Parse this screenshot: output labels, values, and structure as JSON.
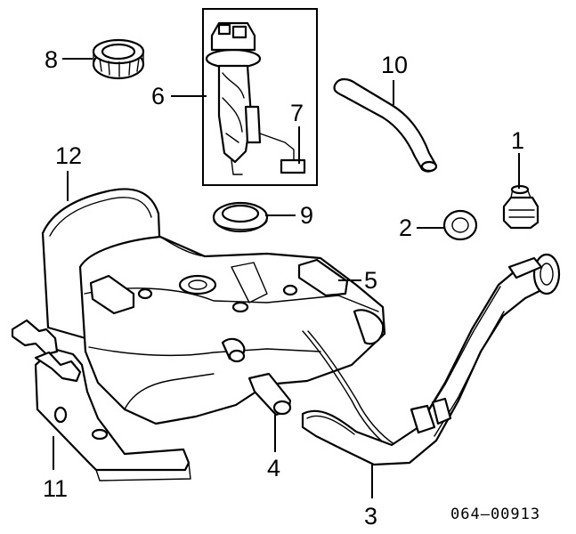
{
  "callouts": {
    "c1": "1",
    "c2": "2",
    "c3": "3",
    "c4": "4",
    "c5": "5",
    "c6": "6",
    "c7": "7",
    "c8": "8",
    "c9": "9",
    "c10": "10",
    "c11": "11",
    "c12": "12"
  },
  "diagram_code": "064—00913"
}
